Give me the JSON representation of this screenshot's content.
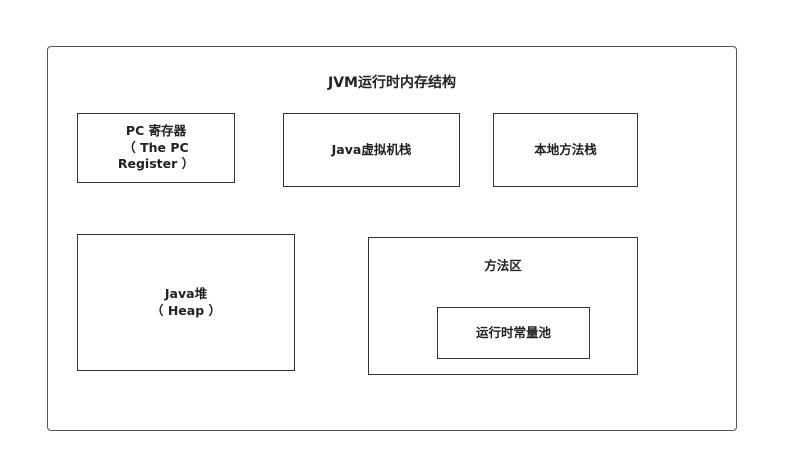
{
  "diagram": {
    "title": "JVM运行时内存结构",
    "pc_register": "PC 寄存器\n（ The PC\nRegister ）",
    "java_stack": "Java虚拟机栈",
    "native_stack": "本地方法栈",
    "heap": "Java堆\n（ Heap ）",
    "method_area": "方法区",
    "constant_pool": "运行时常量池"
  },
  "colors": {
    "border": "#333333",
    "background": "#ffffff",
    "text": "#222222"
  }
}
